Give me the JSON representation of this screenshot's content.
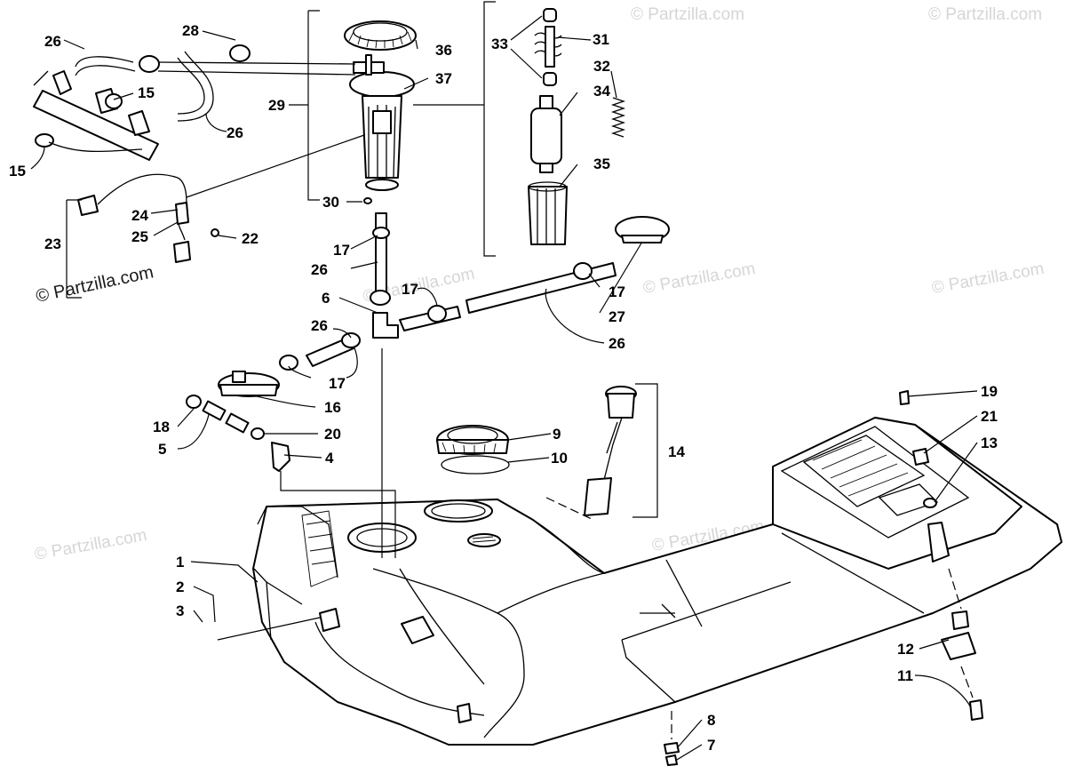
{
  "watermarks": {
    "main": "© Partzilla.com",
    "faint": "© Partzilla.com"
  },
  "callouts": {
    "c1": "1",
    "c2": "2",
    "c3": "3",
    "c4": "4",
    "c5": "5",
    "c6": "6",
    "c7": "7",
    "c8": "8",
    "c9": "9",
    "c10": "10",
    "c11": "11",
    "c12": "12",
    "c13": "13",
    "c14": "14",
    "c15a": "15",
    "c15b": "15",
    "c16": "16",
    "c17a": "17",
    "c17b": "17",
    "c17c": "17",
    "c17d": "17",
    "c18": "18",
    "c19": "19",
    "c20": "20",
    "c21": "21",
    "c22": "22",
    "c23": "23",
    "c24": "24",
    "c25": "25",
    "c26a": "26",
    "c26b": "26",
    "c26c": "26",
    "c26d": "26",
    "c26e": "26",
    "c27": "27",
    "c28": "28",
    "c29": "29",
    "c30": "30",
    "c31": "31",
    "c32": "32",
    "c33": "33",
    "c34": "34",
    "c35": "35",
    "c36": "36",
    "c37": "37"
  }
}
